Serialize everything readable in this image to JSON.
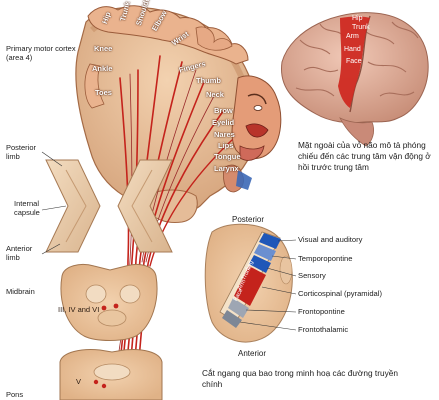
{
  "left_labels": {
    "primary_motor_cortex": "Primary motor cortex (area 4)",
    "posterior_limb": "Posterior limb",
    "internal_capsule": "Internal capsule",
    "anterior_limb": "Anterior limb",
    "midbrain": "Midbrain",
    "pons": "Pons",
    "nuclei_midbrain": "III, IV and VI",
    "nucleus_pons": "V"
  },
  "homunculus_labels": [
    "Hip",
    "Trunk",
    "Shoulder",
    "Elbow",
    "Wrist",
    "Fingers",
    "Thumb",
    "Knee",
    "Ankle",
    "Toes",
    "Neck",
    "Brow",
    "Eyelid",
    "Nares",
    "Lips",
    "Tongue",
    "Larynx"
  ],
  "lateral_brain_labels": [
    "Hip",
    "Trunk",
    "Arm",
    "Hand",
    "Face"
  ],
  "lateral_caption": "Mặt ngoài của vỏ não mô tả phóng chiếu đến các trung tâm vận động ở hồi trước trung tâm",
  "capsule": {
    "posterior": "Posterior",
    "anterior": "Anterior",
    "inner_labels": [
      "Leg",
      "Trunk",
      "Arm",
      "Face"
    ],
    "tracts": [
      "Visual and auditory",
      "Temporopontine",
      "Sensory",
      "Corticospinal (pyramidal)",
      "Frontopontine",
      "Frontothalamic"
    ],
    "caption": "Cắt ngang qua bao trong minh hoạ các đường truyền chính"
  },
  "colors": {
    "tract_blue": "#1f57b8",
    "tract_red": "#c4231c",
    "tissue": "#e8c49a",
    "brain_pink": "#d99c8b"
  }
}
